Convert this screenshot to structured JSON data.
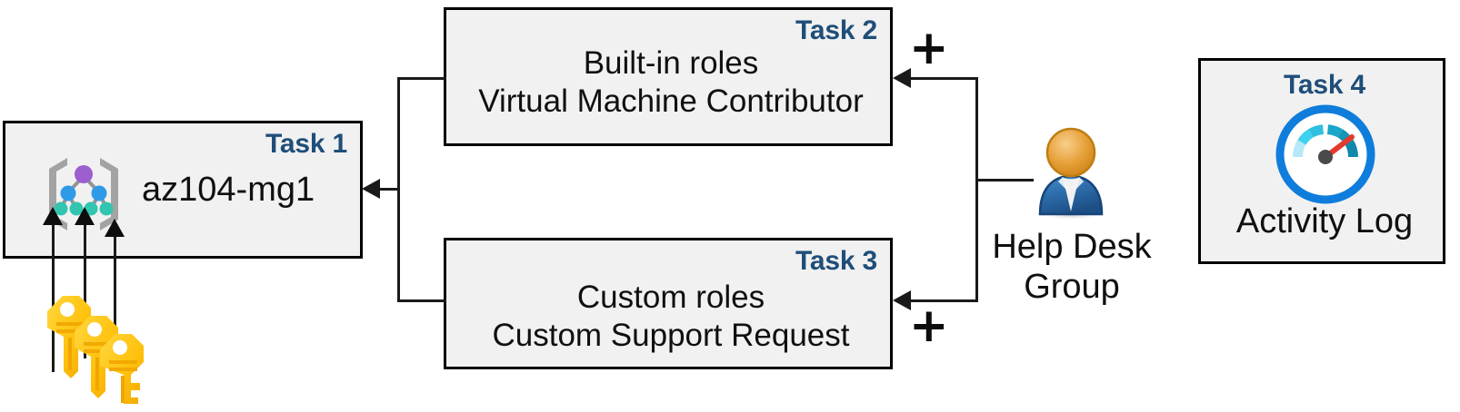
{
  "diagram": {
    "title": "Azure RBAC task diagram",
    "colors": {
      "box_fill": "#f1f1f1",
      "box_border": "#000000",
      "task_label": "#1f4e79",
      "connector": "#1a1a1a",
      "key_gold": "#ffc20e",
      "user_head": "#e8a33d",
      "user_body": "#2b6cb0",
      "gauge_ring": "#0f7ddb",
      "gauge_needle": "#e23b2e"
    }
  },
  "task1": {
    "label": "Task 1",
    "title": "az104-mg1",
    "icon": "management-group-icon"
  },
  "task2": {
    "label": "Task 2",
    "line1": "Built-in roles",
    "line2": "Virtual Machine Contributor",
    "plus": "+"
  },
  "task3": {
    "label": "Task 3",
    "line1": "Custom roles",
    "line2": "Custom Support Request",
    "plus": "+"
  },
  "task4": {
    "label": "Task 4",
    "caption": "Activity Log",
    "icon": "gauge-icon"
  },
  "helpdesk": {
    "line1": "Help Desk",
    "line2": "Group",
    "icon": "user-group-icon"
  },
  "keys": {
    "icon": "keys-icon",
    "count": 3
  }
}
